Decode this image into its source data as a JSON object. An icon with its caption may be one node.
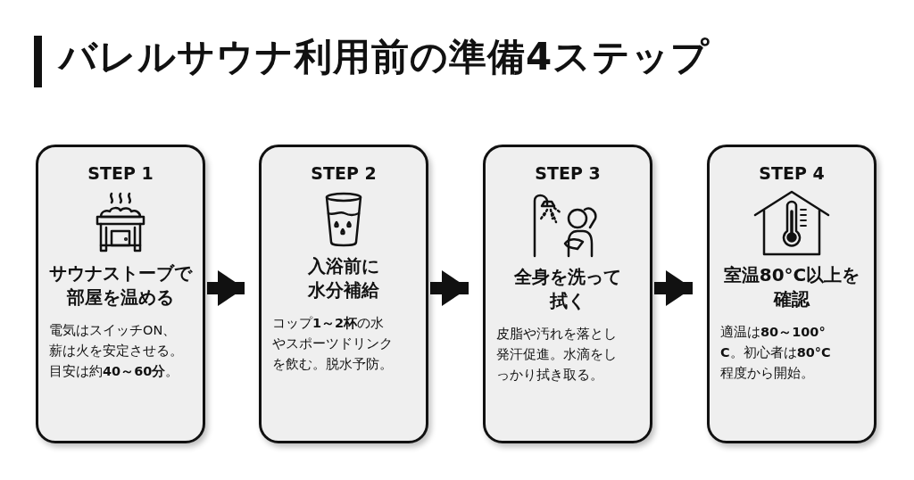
{
  "diagram": {
    "title": "バレルサウナ利用前の準備4ステップ",
    "nodes": [
      {
        "text": [
          "STEP 1",
          "サウナストーブで部屋を温める",
          "電気はスイッチON、薪は火を安定させる。目安は約**40～60分**。"
        ]
      },
      {
        "text": [
          "STEP 2",
          "入浴前に水分補給",
          "コップ**1～2杯**の水やスポーツドリンクを飲む。脱水予防。"
        ]
      },
      {
        "text": [
          "STEP 3",
          "全身を洗って拭く",
          "皮脂や汚れを落とし発汗促進。水滴をしっかり拭き取る。"
        ]
      },
      {
        "text": [
          "STEP 4",
          "室温80°C以上を確認",
          "適温は**80～100°C**。初心者は**80°C**程度から開始。"
        ]
      }
    ],
    "edges": [
      {
        "from": 0,
        "to": 1,
        "arrow": "to"
      },
      {
        "from": 1,
        "to": 2,
        "arrow": "to"
      },
      {
        "from": 2,
        "to": 3,
        "arrow": "to"
      }
    ]
  }
}
